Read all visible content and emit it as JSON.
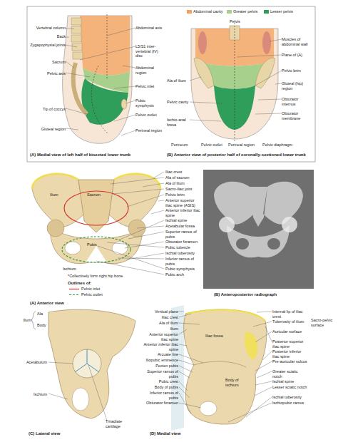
{
  "diagram": {
    "labels": [
      "Vertebral column",
      "Back",
      "Zygapophysial joints",
      "Sacrum",
      "Pelvic axis",
      "Tip of coccyx",
      "Gluteal region",
      "Abdominal axis",
      "L5/S1 inter-vertebral (IV) disc",
      "Abdominal region",
      "Pelvic inlet",
      "Pubic symphysis",
      "Pelvic outlet",
      "Perineal region",
      "(A) Medial view of left half of bisected lower trunk",
      "Pelvis",
      "Muscles of abdominal wall",
      "Plane of (A)",
      "Ala of ilium",
      "Pelvic brim",
      "Pelvic cavity",
      "Gluteal (hip) region",
      "Ischio-anal fossa",
      "Obturator internus",
      "Obturator membrane",
      "Perineum",
      "Pelvic outlet",
      "Perineal region",
      "Pelvic diaphragm",
      "(B) Anterior view of posterior half of coronally-sectioned lower trunk",
      "Ilium",
      "Sacrum",
      "Pubis",
      "Ischium",
      "*Collectively form right hip bone",
      "Iliac crest",
      "Ala of sacrum",
      "Ala of ilium",
      "Sacro-iliac joint",
      "Pelvic brim",
      "Anterior superior iliac spine (ASIS)",
      "Anterior inferior iliac spine",
      "Ischial spine",
      "Acetabular fossa",
      "Superior ramus of pubis",
      "Obturator foramen",
      "Pubic tubercle",
      "Ischial tuberosity",
      "Inferior ramus of pubis",
      "Pubic symphysis",
      "Pubic arch",
      "Outlines of:",
      "(A) Anterior view",
      "(B) Anteroposterior radiograph",
      "Ala",
      "Body",
      "Ilium",
      "Acetabulum",
      "Ischium",
      "Triradiate cartilage",
      "(C) Lateral view",
      "Vertical plane",
      "Iliac crest",
      "Ala of ilium",
      "Ilium",
      "Anterior superior iliac spine",
      "Anterior inferior iliac spine",
      "Arcuate line",
      "Iliopubic eminence",
      "Pecten pubis",
      "Superior ramus of pubis",
      "Pubic crest",
      "Body of pubis",
      "Inferior ramus of pubis",
      "Obturator foramen",
      "Iliac fossa",
      "Body of ischium",
      "Internal lip of iliac crest",
      "Tuberosity of ilium",
      "Auricular surface",
      "Sacro-pelvic surface",
      "Posterior superior iliac spine",
      "Posterior inferior iliac spine",
      "Pre-auricular sulcus",
      "Greater sciatic notch",
      "Ischial spine",
      "Lesser sciatic notch",
      "Ischial tuberosity",
      "Ischiopubic ramus",
      "(D) Medial view"
    ],
    "legend": [
      {
        "text": "Abdominal cavity",
        "color": "#f4a15d"
      },
      {
        "text": "Greater pelvis",
        "color": "#a8d08d"
      },
      {
        "text": "Lesser pelvis",
        "color": "#2f9e5b"
      },
      {
        "text": "Pelvic inlet"
      },
      {
        "text": "Pelvic outlet"
      }
    ]
  }
}
